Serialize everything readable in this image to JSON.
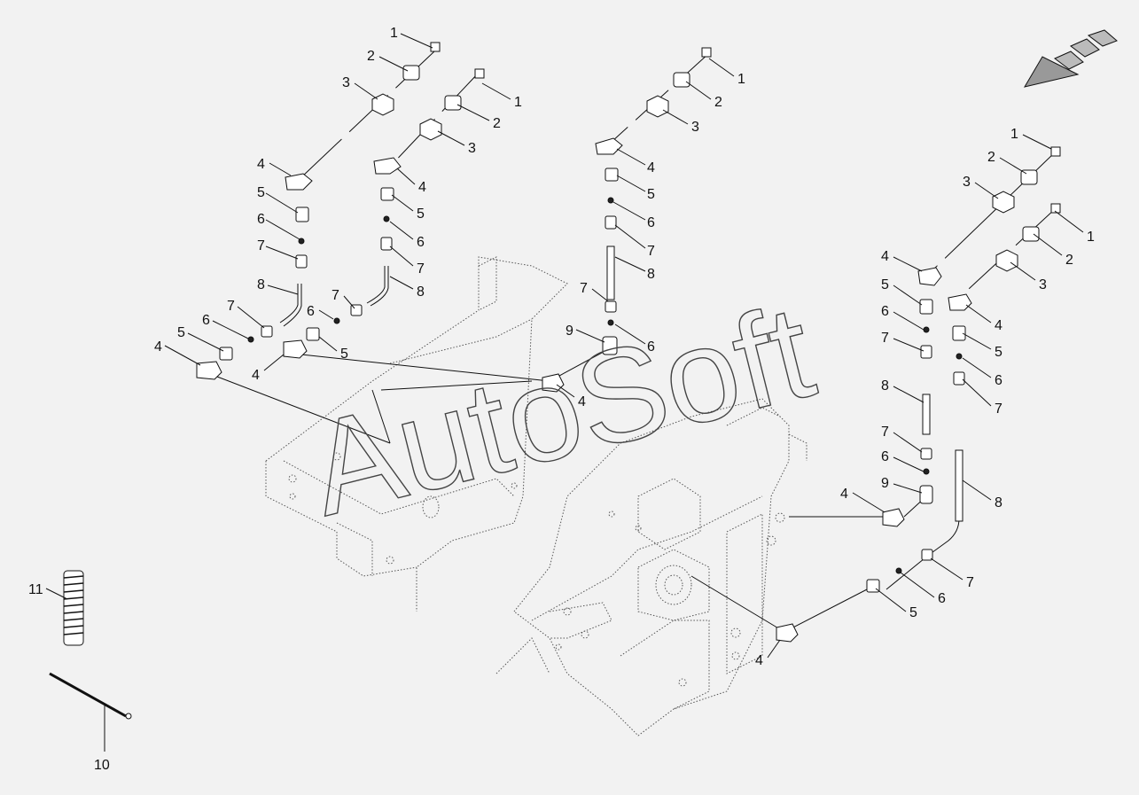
{
  "watermark": "AutoSoft",
  "colors": {
    "background": "#f2f2f2",
    "ink": "#111111"
  },
  "icons": {
    "direction_indicator": "arrow-front-icon"
  },
  "callouts": {
    "g1": [
      "1",
      "2",
      "3",
      "4",
      "5",
      "6",
      "7",
      "8",
      "7",
      "6",
      "5",
      "4"
    ],
    "g2": [
      "1",
      "2",
      "3",
      "4",
      "5",
      "6",
      "7",
      "8",
      "7",
      "6",
      "5",
      "4"
    ],
    "g3": [
      "1",
      "2",
      "3",
      "4",
      "5",
      "6",
      "7",
      "8",
      "7",
      "9",
      "6",
      "4"
    ],
    "g4": [
      "1",
      "2",
      "3",
      "4",
      "5",
      "6",
      "7",
      "8",
      "7",
      "6",
      "9",
      "4"
    ],
    "g5": [
      "1",
      "2",
      "3",
      "4",
      "5",
      "6",
      "7",
      "8",
      "7",
      "6",
      "5",
      "4"
    ],
    "loose": [
      "11",
      "10"
    ]
  }
}
